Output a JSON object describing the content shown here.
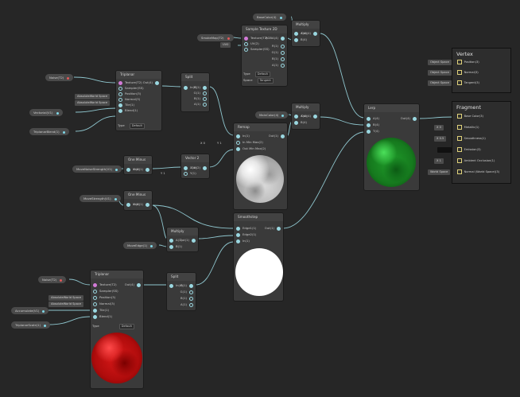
{
  "colors": {
    "bg": "#262626",
    "node": "#3a3a3a",
    "wire": "#9ad7e0",
    "green": "#1f9d2a",
    "red": "#d11a1a"
  },
  "props": {
    "noise1": "Noise(T2)",
    "vectorialAxis": "Vectorial(V1)",
    "triplanarBlend": "TriplanarBlend(1)",
    "baseColor": "BaseColor(4)",
    "smokeMap": "SmokeMap(T2)",
    "mainColor": "MainColor(4)",
    "moveNoise": "MoveNoiseStrength(V1)",
    "moveStrength": "MoveStrength(V1)",
    "moveEdge": "MoveEdge(1)",
    "noise2": "Noise(T2)",
    "accumulate": "Accumulate(V1)",
    "triplanarScale": "TriplanarScale(1)"
  },
  "triplanar1": {
    "title": "Triplanar",
    "in": [
      "Texture(T2)",
      "Sampler(SS)",
      "Position(3)",
      "Normal(3)",
      "Tile(1)",
      "Blend(1)"
    ],
    "out": "Out(4)",
    "type_label": "Type",
    "type_value": "Default",
    "space1": "AbsoluteWorld Space",
    "space2": "AbsoluteWorld Space"
  },
  "split1": {
    "title": "Split",
    "in": "In(4)",
    "outs": [
      "R(1)",
      "G(1)",
      "B(1)",
      "A(1)"
    ]
  },
  "sample": {
    "title": "Sample Texture 2D",
    "in": [
      "Texture(T2)",
      "UV(2)",
      "Sampler(SS)"
    ],
    "outs": [
      "RGBA(4)",
      "R(1)",
      "G(1)",
      "B(1)",
      "A(1)"
    ],
    "uv_tag": "UV0",
    "type_label": "Type",
    "type_value": "Default",
    "space_label": "Space",
    "space_value": "Tangent"
  },
  "multiply1": {
    "title": "Multiply",
    "in": [
      "A(4)",
      "B(4)"
    ],
    "out": "Out(4)"
  },
  "remap": {
    "title": "Remap",
    "in": [
      "In(1)",
      "In Min Max(2)",
      "Out Min Max(2)"
    ],
    "out": "Out(1)",
    "x": "X",
    "y": "Y",
    "v0": "0",
    "v1": "1"
  },
  "multiply2": {
    "title": "Multiply",
    "in": [
      "A(4)",
      "B(4)"
    ],
    "out": "Out(4)"
  },
  "oneMinus1": {
    "title": "One Minus",
    "in": "In(1)",
    "out": "Out(1)"
  },
  "vector2": {
    "title": "Vector 2",
    "in": [
      "X(1)",
      "Y(1)"
    ],
    "out": "Out(2)",
    "y": "Y",
    "v": "1"
  },
  "oneMinus2": {
    "title": "One Minus",
    "in": "In(1)",
    "out": "Out(1)"
  },
  "multiply3": {
    "title": "Multiply",
    "in": [
      "A(1)",
      "B(1)"
    ],
    "out": "Out(1)"
  },
  "smoothstep": {
    "title": "Smoothstep",
    "in": [
      "Edge1(1)",
      "Edge2(1)",
      "In(1)"
    ],
    "out": "Out(1)"
  },
  "triplanar2": {
    "title": "Triplanar",
    "in": [
      "Texture(T2)",
      "Sampler(SS)",
      "Position(3)",
      "Normal(3)",
      "Tile(1)",
      "Blend(1)"
    ],
    "out": "Out(4)",
    "type_label": "Type",
    "type_value": "Default",
    "space1": "AbsoluteWorld Space",
    "space2": "AbsoluteWorld Space"
  },
  "split2": {
    "title": "Split",
    "in": "In(4)",
    "outs": [
      "R(1)",
      "G(1)",
      "B(1)",
      "A(1)"
    ]
  },
  "lerp": {
    "title": "Lerp",
    "in": [
      "A(4)",
      "B(4)",
      "T(4)"
    ],
    "out": "Out(4)"
  },
  "vertex": {
    "title": "Vertex",
    "rows": [
      {
        "tag": "Object Space",
        "label": "Position(3)"
      },
      {
        "tag": "Object Space",
        "label": "Normal(3)"
      },
      {
        "tag": "Object Space",
        "label": "Tangent(3)"
      }
    ]
  },
  "fragment": {
    "title": "Fragment",
    "rows": [
      {
        "tag": "",
        "label": "Base Color(3)"
      },
      {
        "tag": "X  0",
        "label": "Metallic(1)"
      },
      {
        "tag": "X  0.5",
        "label": "Smoothness(1)"
      },
      {
        "tag": "",
        "label": "Emission(3)"
      },
      {
        "tag": "X  1",
        "label": "Ambient Occlusion(1)"
      },
      {
        "tag": "World Space",
        "label": "Normal (World Space)(3)"
      }
    ]
  }
}
